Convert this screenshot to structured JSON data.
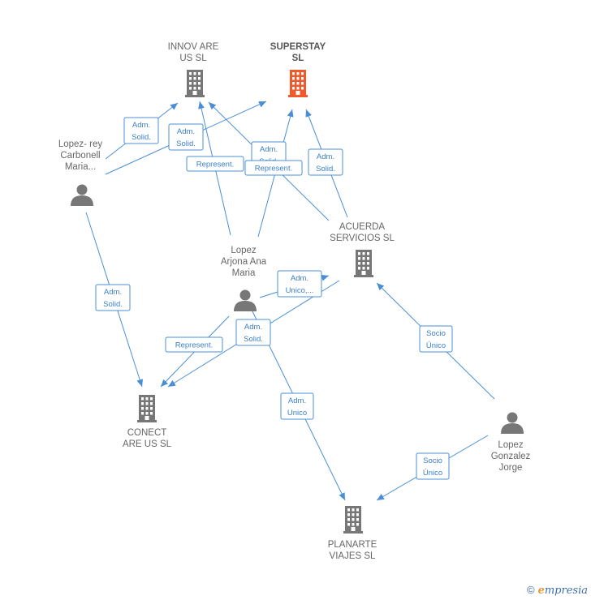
{
  "colors": {
    "edge": "#4a8fd6",
    "building": "#777777",
    "building_highlight": "#f05a2a",
    "person": "#777777"
  },
  "nodes": [
    {
      "id": "innovare",
      "type": "company",
      "lines": [
        "INNOV ARE",
        "US  SL"
      ],
      "highlight": false
    },
    {
      "id": "superstay",
      "type": "company",
      "lines": [
        "SUPERSTAY",
        "SL"
      ],
      "highlight": true
    },
    {
      "id": "lopezrey",
      "type": "person",
      "lines": [
        "Lopez- rey",
        "Carbonell",
        "Maria..."
      ]
    },
    {
      "id": "acuerda",
      "type": "company",
      "lines": [
        "ACUERDA",
        "SERVICIOS SL"
      ],
      "highlight": false
    },
    {
      "id": "lopezarjona",
      "type": "person",
      "lines": [
        "Lopez",
        "Arjona Ana",
        "Maria"
      ]
    },
    {
      "id": "conect",
      "type": "company",
      "lines": [
        "CONECT",
        "ARE US SL"
      ],
      "highlight": false
    },
    {
      "id": "lopezgonzalez",
      "type": "person",
      "lines": [
        "Lopez",
        "Gonzalez",
        "Jorge"
      ]
    },
    {
      "id": "planarte",
      "type": "company",
      "lines": [
        "PLANARTE",
        "VIAJES  SL"
      ],
      "highlight": false
    }
  ],
  "relations": [
    {
      "from": "lopezrey",
      "to": "innovare",
      "lines": [
        "Adm.",
        "Solid."
      ]
    },
    {
      "from": "lopezrey",
      "to": "superstay",
      "lines": [
        "Adm.",
        "Solid."
      ]
    },
    {
      "from": "lopezarjona",
      "to": "innovare",
      "lines": [
        "Represent."
      ]
    },
    {
      "from": "acuerda",
      "to": "innovare",
      "lines": [
        "Adm.",
        "Solid."
      ]
    },
    {
      "from": "lopezarjona",
      "to": "superstay",
      "lines": [
        "Represent."
      ]
    },
    {
      "from": "acuerda",
      "to": "superstay",
      "lines": [
        "Adm.",
        "Solid."
      ]
    },
    {
      "from": "lopezrey",
      "to": "conect",
      "lines": [
        "Adm.",
        "Solid."
      ]
    },
    {
      "from": "lopezarjona",
      "to": "acuerda",
      "lines": [
        "Adm.",
        "Unico,..."
      ]
    },
    {
      "from": "lopezarjona",
      "to": "conect",
      "lines": [
        "Represent."
      ]
    },
    {
      "from": "acuerda",
      "to": "conect",
      "lines": [
        "Adm.",
        "Solid."
      ]
    },
    {
      "from": "lopezarjona",
      "to": "planarte",
      "lines": [
        "Adm.",
        "Unico"
      ]
    },
    {
      "from": "lopezgonzalez",
      "to": "acuerda",
      "lines": [
        "Socio",
        "Único"
      ]
    },
    {
      "from": "lopezgonzalez",
      "to": "planarte",
      "lines": [
        "Socio",
        "Único"
      ]
    }
  ],
  "footer": {
    "copyright": "©",
    "brand_first": "e",
    "brand_rest": "mpresia"
  }
}
